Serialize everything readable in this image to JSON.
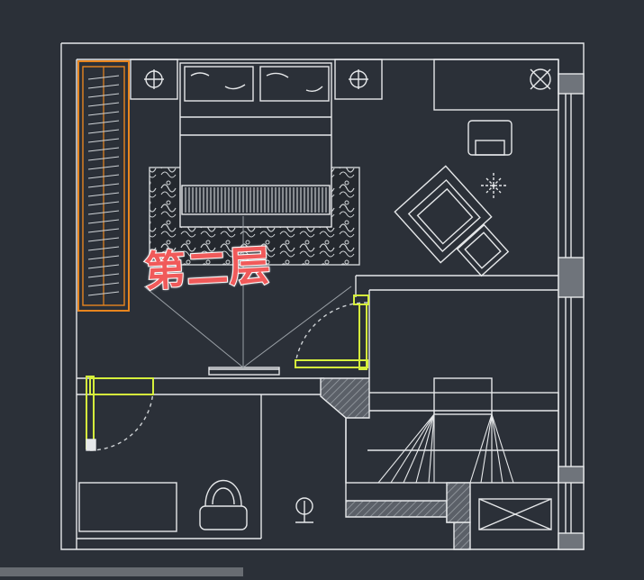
{
  "floor_label": "第二层",
  "colors": {
    "background": "#2b3038",
    "linework": "#e6e8ea",
    "wardrobe_highlight": "#e8851e",
    "door_highlight": "#d6f03c",
    "hatch": "#8a8f96",
    "label_fill": "#f05a5a"
  },
  "icons": [
    "wardrobe",
    "bed",
    "nightstand-lamp",
    "carpet",
    "armchair",
    "side-table",
    "potted-plant",
    "swing-door",
    "toilet",
    "floor-drain",
    "bathroom-counter",
    "staircase",
    "window",
    "tv-cabinet"
  ]
}
